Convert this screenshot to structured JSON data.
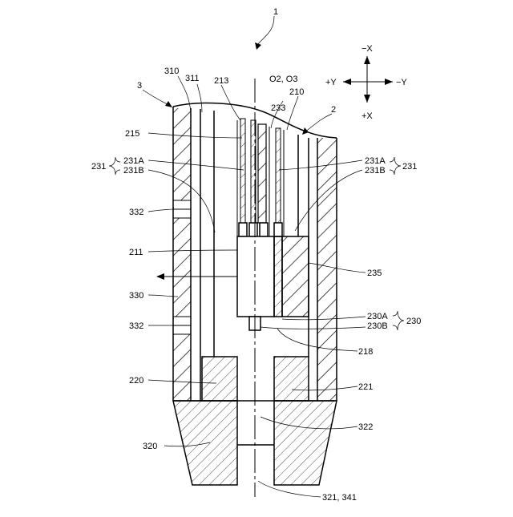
{
  "figure_number": "1",
  "axes": {
    "neg_x": "−X",
    "pos_x": "+X",
    "pos_y": "+Y",
    "neg_y": "−Y"
  },
  "labels": {
    "l1": "1",
    "l2": "2",
    "l3": "3",
    "l310": "310",
    "l311": "311",
    "l213": "213",
    "l0203": "O2, O3",
    "l210": "210",
    "l233": "233",
    "l215": "215",
    "l231_left": "231",
    "l231a_left": "231A",
    "l231b_left": "231B",
    "l231_right": "231",
    "l231a_right": "231A",
    "l231b_right": "231B",
    "l332_top": "332",
    "l211": "211",
    "l235": "235",
    "l330": "330",
    "l332_bottom": "332",
    "l230a": "230A",
    "l230b": "230B",
    "l230": "230",
    "l218": "218",
    "l220": "220",
    "l221": "221",
    "l322": "322",
    "l320": "320",
    "l321": "321, 341"
  }
}
